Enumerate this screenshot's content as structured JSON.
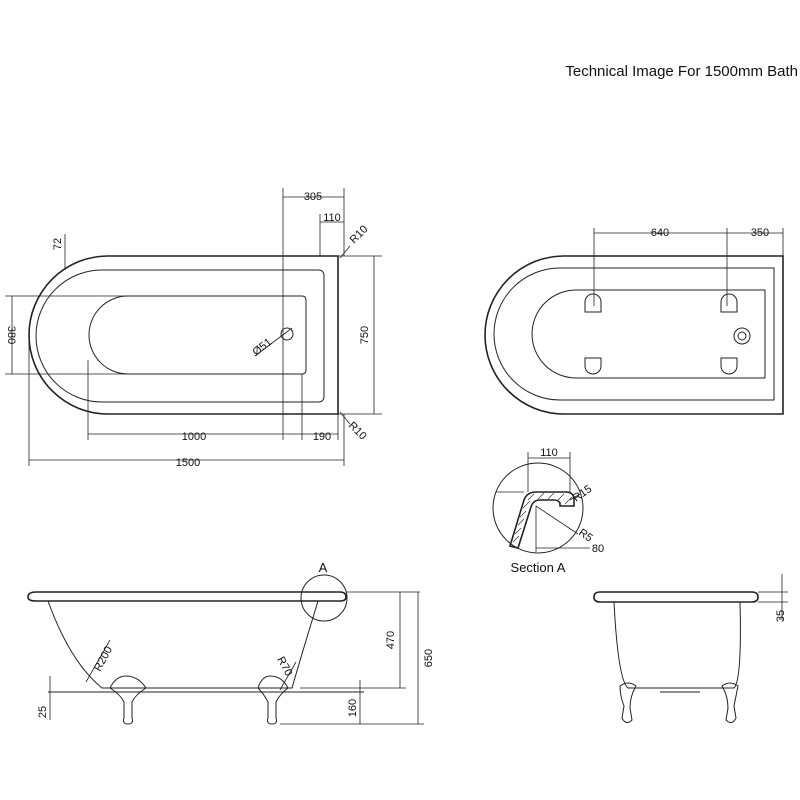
{
  "title": "Technical Image For 1500mm Bath",
  "top_view": {
    "dims": {
      "d305": "305",
      "d110": "110",
      "d72": "72",
      "r10_top": "R10",
      "d380": "380",
      "d750": "750",
      "d51": "Ø51",
      "d1000": "1000",
      "d190": "190",
      "r10_bottom": "R10",
      "d1500": "1500"
    }
  },
  "underside_view": {
    "dims": {
      "d640": "640",
      "d350": "350"
    }
  },
  "section_detail": {
    "label": "Section A",
    "dims": {
      "d110": "110",
      "r15": "R15",
      "r5": "R5",
      "d80": "80"
    }
  },
  "side_view": {
    "callout": "A",
    "dims": {
      "r200": "R200",
      "r70": "R70",
      "d470": "470",
      "d650": "650",
      "d25": "25",
      "d160": "160"
    }
  },
  "end_view": {
    "dims": {
      "d35": "35"
    }
  }
}
